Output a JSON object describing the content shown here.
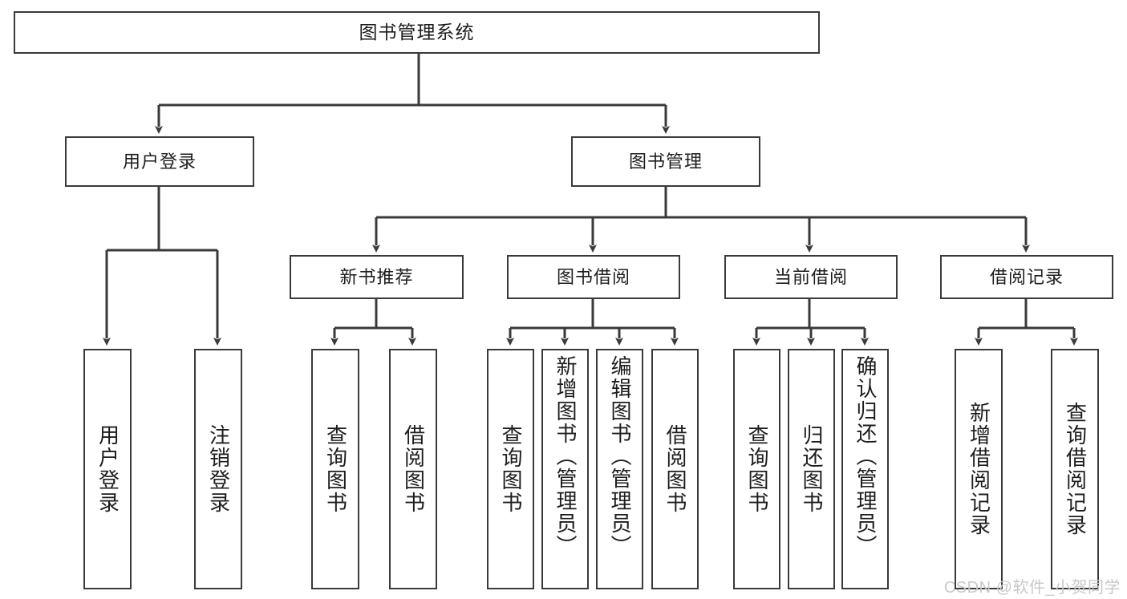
{
  "diagram": {
    "type": "tree-hierarchy",
    "title": "图书管理系统",
    "root": {
      "id": "root",
      "label": "图书管理系统"
    },
    "level1": [
      {
        "id": "user-login",
        "label": "用户登录"
      },
      {
        "id": "book-mgmt",
        "label": "图书管理"
      }
    ],
    "level2": [
      {
        "id": "new-book-rec",
        "label": "新书推荐",
        "parent": "book-mgmt"
      },
      {
        "id": "book-borrow",
        "label": "图书借阅",
        "parent": "book-mgmt"
      },
      {
        "id": "current-borrow",
        "label": "当前借阅",
        "parent": "book-mgmt"
      },
      {
        "id": "borrow-record",
        "label": "借阅记录",
        "parent": "book-mgmt"
      }
    ],
    "leaves": [
      {
        "id": "leaf-user-login",
        "label": "用户登录",
        "parent": "user-login"
      },
      {
        "id": "leaf-logout",
        "label": "注销登录",
        "parent": "user-login"
      },
      {
        "id": "leaf-query-book-1",
        "label": "查询图书",
        "parent": "new-book-rec"
      },
      {
        "id": "leaf-borrow-book-1",
        "label": "借阅图书",
        "parent": "new-book-rec"
      },
      {
        "id": "leaf-query-book-2",
        "label": "查询图书",
        "parent": "book-borrow"
      },
      {
        "id": "leaf-add-book",
        "label": "新增图书（管理员）",
        "parent": "book-borrow"
      },
      {
        "id": "leaf-edit-book",
        "label": "编辑图书（管理员）",
        "parent": "book-borrow"
      },
      {
        "id": "leaf-borrow-book-2",
        "label": "借阅图书",
        "parent": "book-borrow"
      },
      {
        "id": "leaf-query-book-3",
        "label": "查询图书",
        "parent": "current-borrow"
      },
      {
        "id": "leaf-return-book",
        "label": "归还图书",
        "parent": "current-borrow"
      },
      {
        "id": "leaf-confirm-return",
        "label": "确认归还（管理员）",
        "parent": "current-borrow"
      },
      {
        "id": "leaf-add-record",
        "label": "新增借阅记录",
        "parent": "borrow-record"
      },
      {
        "id": "leaf-query-record",
        "label": "查询借阅记录",
        "parent": "borrow-record"
      }
    ],
    "colors": {
      "stroke": "#3a3a3a",
      "fill": "#ffffff",
      "text": "#1d1d1d",
      "watermark": "#c9c9c9"
    }
  },
  "watermark": {
    "text": "CSDN @软件_小贺同学"
  }
}
